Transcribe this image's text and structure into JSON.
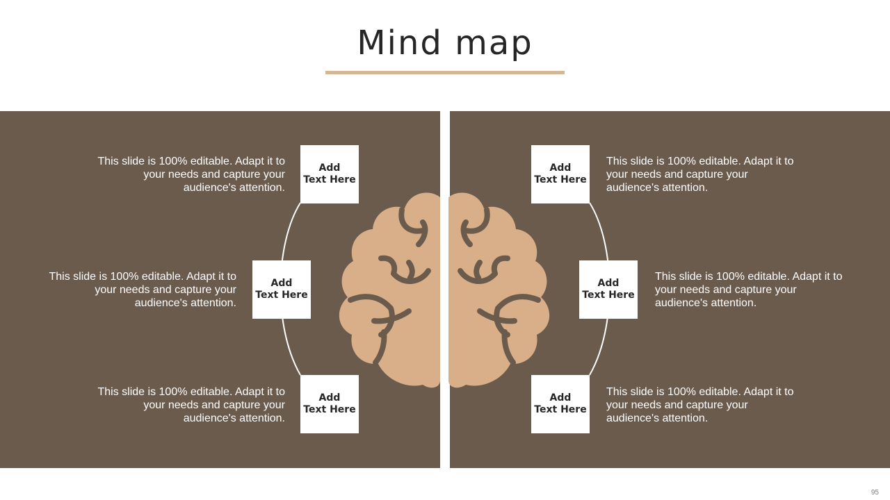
{
  "slide": {
    "title": "Mind map",
    "page_number": "95"
  },
  "colors": {
    "panel": "#6b5b4d",
    "accent": "#d4b896",
    "brain": "#d8af89",
    "node_bg": "#ffffff"
  },
  "nodes": {
    "left_top": {
      "line1": "Add",
      "line2": "Text Here",
      "text": "This slide is 100% editable. Adapt it to your needs and capture your audience's attention."
    },
    "left_middle": {
      "line1": "Add",
      "line2": "Text Here",
      "text": "This slide is 100% editable. Adapt it to your needs and capture your audience's attention."
    },
    "left_bottom": {
      "line1": "Add",
      "line2": "Text Here",
      "text": "This slide is 100% editable. Adapt it to your needs and capture your audience's attention."
    },
    "right_top": {
      "line1": "Add",
      "line2": "Text Here",
      "text": "This slide is 100% editable. Adapt it to your needs and capture your audience's attention."
    },
    "right_middle": {
      "line1": "Add",
      "line2": "Text Here",
      "text": "This slide is 100% editable. Adapt it to your needs and capture your audience's attention."
    },
    "right_bottom": {
      "line1": "Add",
      "line2": "Text Here",
      "text": "This slide is 100% editable. Adapt it to your needs and capture your audience's attention."
    }
  },
  "icons": {
    "center": "brain-icon"
  }
}
